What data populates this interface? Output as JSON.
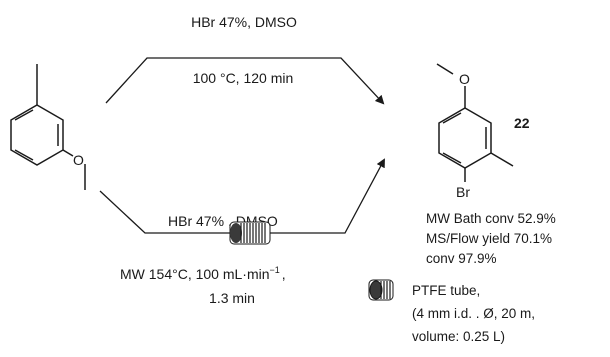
{
  "top_route": {
    "reagents": "HBr 47%, DMSO",
    "conditions": "100 °C, 120 min"
  },
  "bottom_route": {
    "reagents_left": "HBr 47",
    "reagents_pct": "%",
    "reagents_right": ", DMSO",
    "conditions_main": "MW 154°C, 100 mL·min",
    "conditions_exp": "−1",
    "conditions_tail": ",",
    "time": "1.3 min"
  },
  "starting_material": {
    "methoxy": "O"
  },
  "product": {
    "methoxy": "O",
    "bromo": "Br",
    "compound_number": "22"
  },
  "results": [
    "MW Bath conv 52.9%",
    "MS/Flow yield 70.1%",
    "conv 97.9%"
  ],
  "legend": {
    "title": "PTFE tube,",
    "line1": "(4 mm i.d.  . Ø, 20 m,",
    "line2": "volume: 0.25 L)"
  },
  "colors": {
    "ink": "#1a1a1a",
    "coil": "#3a3a3a"
  }
}
